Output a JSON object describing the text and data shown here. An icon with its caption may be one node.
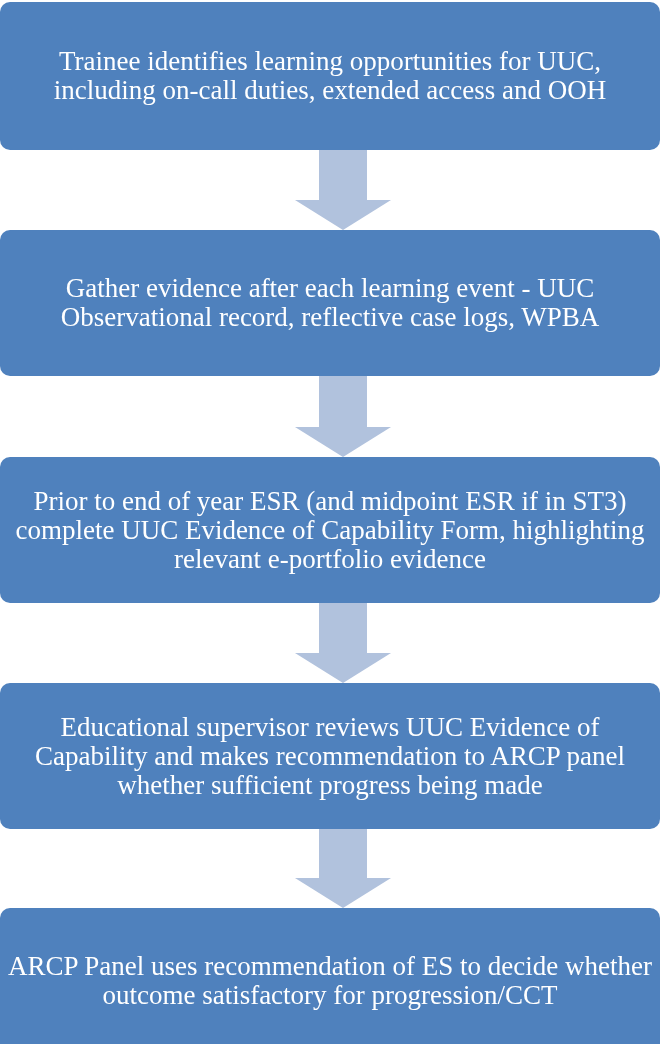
{
  "diagram": {
    "nodes": [
      {
        "text": [
          "Trainee identifies learning opportunities for UUC, including on-call duties, extended access and OOH"
        ]
      },
      {
        "text": [
          "Gather evidence after each learning event - UUC Observational record, reflective case logs, WPBA"
        ]
      },
      {
        "text": [
          "Prior to end of year ESR (and midpoint ESR if in ST3) complete UUC Evidence of Capability Form, highlighting relevant e-portfolio evidence"
        ]
      },
      {
        "text": [
          "Educational supervisor reviews UUC Evidence of Capability and makes recommendation to ARCP panel whether sufficient progress being made"
        ]
      },
      {
        "text": [
          "ARCP Panel uses recommendation of ES to decide whether outcome satisfactory for progression/CCT"
        ]
      }
    ],
    "edges": [
      {
        "from": 0,
        "to": 1,
        "arrow": "to"
      },
      {
        "from": 1,
        "to": 2,
        "arrow": "to"
      },
      {
        "from": 2,
        "to": 3,
        "arrow": "to"
      },
      {
        "from": 3,
        "to": 4,
        "arrow": "to"
      }
    ]
  }
}
